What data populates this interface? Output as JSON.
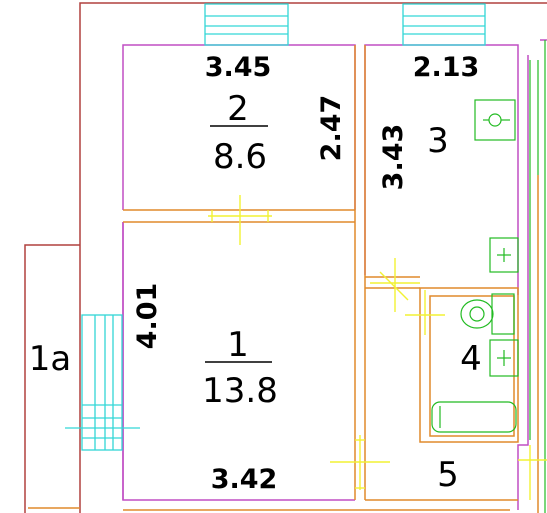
{
  "plan": {
    "rooms": [
      {
        "number": "2",
        "area": "8.6"
      },
      {
        "number": "3"
      },
      {
        "number": "1",
        "area": "13.8"
      },
      {
        "number": "4"
      },
      {
        "number": "5"
      },
      {
        "number": "1a"
      }
    ],
    "dimensions": {
      "room2_width": "3.45",
      "room2_depth": "2.47",
      "room3_width": "2.13",
      "room3_depth": "3.43",
      "room1_depth": "4.01",
      "room1_width": "3.42"
    }
  },
  "colors": {
    "outer_wall": "#b0413e",
    "inner_wall": "#e08a2c",
    "partition": "#c04fc4",
    "window": "#33d6d6",
    "door": "#f2f233",
    "fixture": "#22bb22",
    "text": "#000000"
  }
}
